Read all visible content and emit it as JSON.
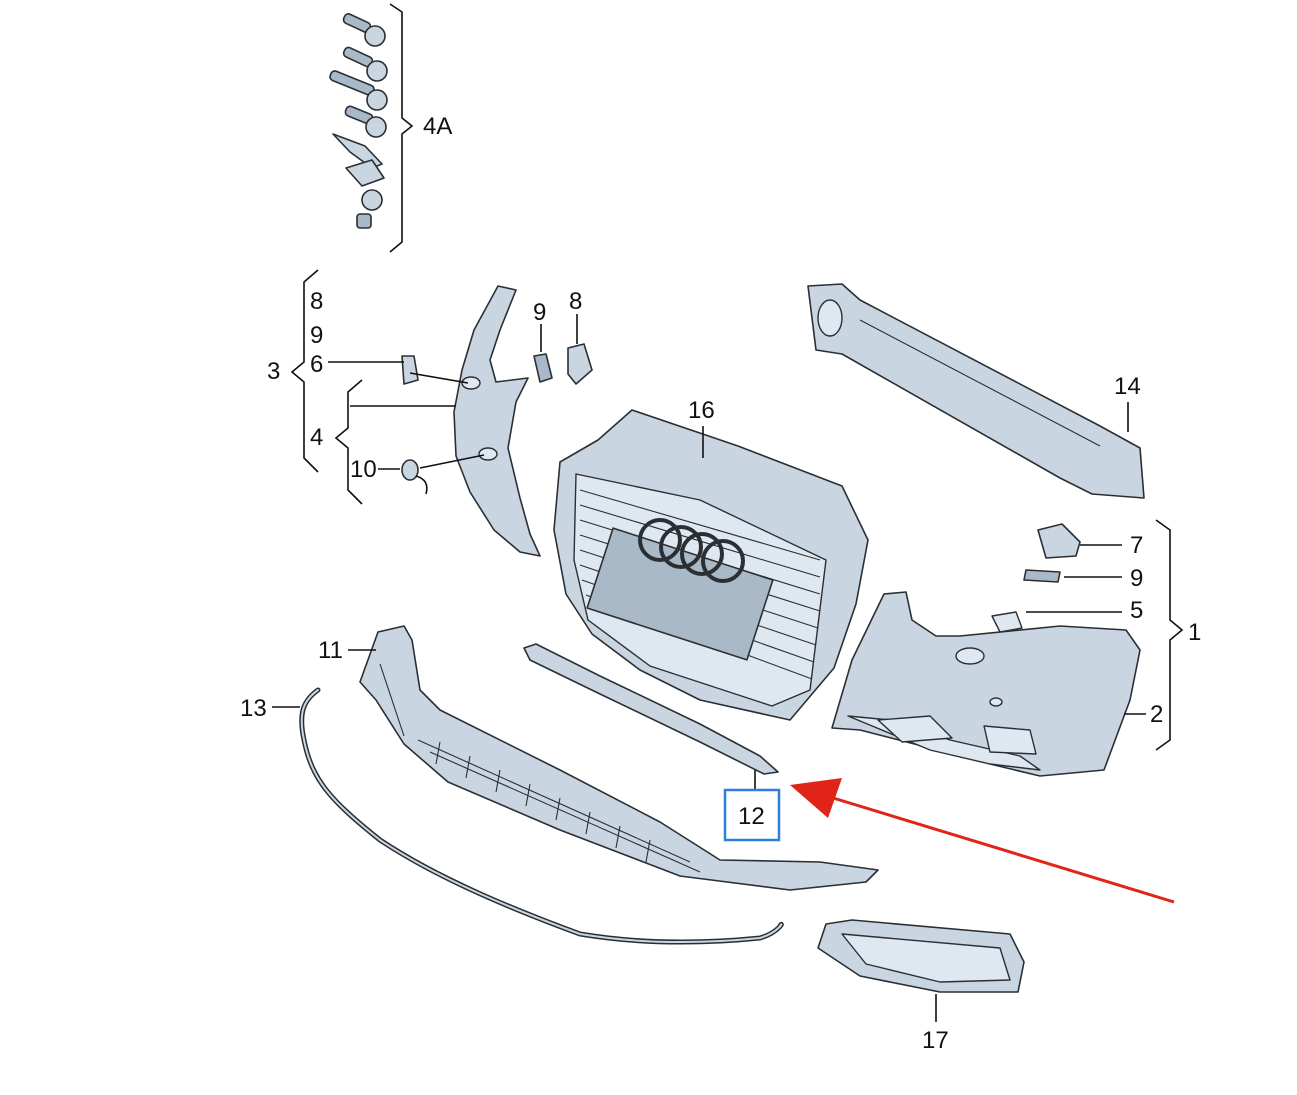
{
  "diagram": {
    "labels": {
      "group_4a": "4A",
      "brace_3_8": "8",
      "brace_3_9": "9",
      "brace_3_6": "6",
      "group_3": "3",
      "group_4": "4",
      "item_10": "10",
      "item_9_top": "9",
      "item_8_top": "8",
      "item_16": "16",
      "item_14": "14",
      "item_7": "7",
      "item_9_right": "9",
      "item_5": "5",
      "group_1": "1",
      "item_2": "2",
      "item_11": "11",
      "item_13": "13",
      "item_12": "12",
      "item_17": "17"
    },
    "highlight_target": "12",
    "colors": {
      "part_fill": "#c9d6e2",
      "line": "#111111",
      "highlight_box": "#2f7fe0",
      "arrow": "#e02418"
    }
  }
}
